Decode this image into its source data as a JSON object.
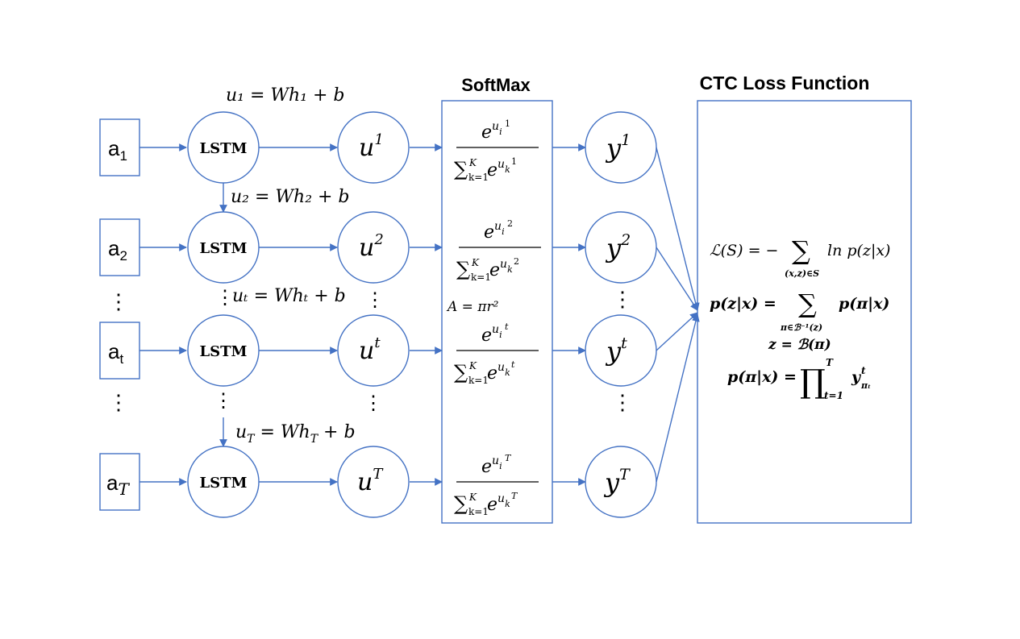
{
  "headings": {
    "softmax": "SoftMax",
    "ctc": "CTC Loss Function"
  },
  "rows": [
    {
      "input_base": "a",
      "input_sub": "1",
      "lstm": "LSTM",
      "u_sup": "1",
      "y_sup": "1",
      "sm_sup": "1"
    },
    {
      "input_base": "a",
      "input_sub": "2",
      "lstm": "LSTM",
      "u_sup": "2",
      "y_sup": "2",
      "sm_sup": "2"
    },
    {
      "input_base": "a",
      "input_sub": "t",
      "lstm": "LSTM",
      "u_sup": "t",
      "y_sup": "t",
      "sm_sup": "t"
    },
    {
      "input_base": "a",
      "input_sub": "T",
      "lstm": "LSTM",
      "u_sup": "T",
      "y_sup": "T",
      "sm_sup": "T"
    }
  ],
  "symbols": {
    "u": "u",
    "y": "y",
    "e": "e",
    "sum": "∑",
    "k_eq_1": "k=1",
    "K": "K",
    "i": "i",
    "k": "k"
  },
  "equations": {
    "eq1": "u₁ = Wh₁ + b",
    "eq2": "u₂ = Wh₂ + b",
    "eqt": "uₜ = Whₜ + b",
    "eqT": "u_T = Wh_T + b",
    "area": "A = πr²"
  },
  "ctc_formulas": {
    "loss": "ℒ(S) = −",
    "loss_sum_under": "(x,z)∈S",
    "loss_tail": "ln p(z|x)",
    "pzx": "p(z|x) =",
    "pzx_sum_under": "π∈ℬ⁻¹(z)",
    "pzx_tail": "p(π|x)",
    "zb": "z = ℬ(π)",
    "ppix": "p(π|x) =",
    "prod": "∏",
    "prod_over": "T",
    "prod_under": "t=1",
    "prod_tail": "y",
    "prod_tail_sup": "t",
    "prod_tail_sub": "πₜ"
  },
  "ellipsis": "⋮"
}
